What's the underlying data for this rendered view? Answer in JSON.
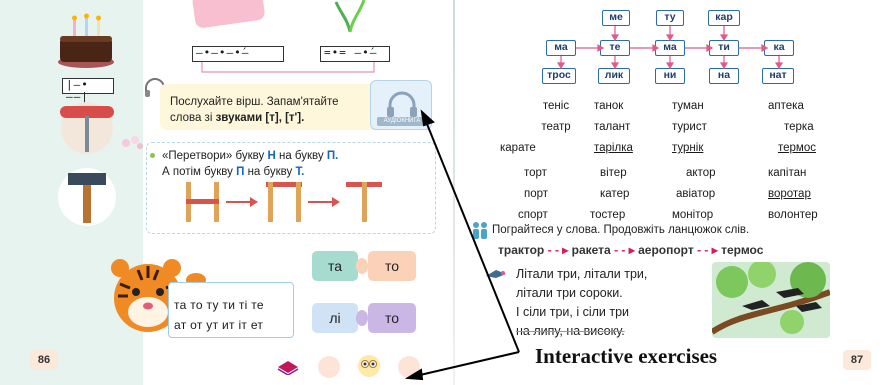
{
  "left_page": {
    "page_number": "86",
    "sidebar_schemes": [
      "|—•——|"
    ],
    "top_schemes": [
      "—•—•—•́—",
      "=•= —•́—"
    ],
    "listen_text": [
      "Послухайте вірш. Запам'ятайте",
      "слова зі",
      "звуками [т], [т']."
    ],
    "audio_label": "АУДІОКНИГА",
    "transform_text": [
      "«Перетвори» букву",
      "Н",
      "на букву",
      "П.",
      "А потім букву",
      "П",
      "на букву",
      "Т."
    ],
    "syllable_pills": [
      {
        "text": "та",
        "color": "#a6dbd0"
      },
      {
        "text": "то",
        "color": "#fbd2b8"
      },
      {
        "text": "лі",
        "color": "#cfe2f6"
      },
      {
        "text": "то",
        "color": "#cbb7e6"
      }
    ],
    "syllable_rows": [
      "та то ту ти ті те",
      "ат от ут ит іт ет"
    ]
  },
  "right_page": {
    "page_number": "87",
    "chain_top": [
      "ме",
      "ту",
      "кар"
    ],
    "chain_mid": [
      "ма",
      "те",
      "ма",
      "ти",
      "ка"
    ],
    "chain_bot": [
      "трос",
      "лик",
      "ни",
      "на",
      "нат"
    ],
    "word_columns": [
      [
        "теніс",
        "театр",
        "карате"
      ],
      [
        "танок",
        "талант",
        "тарілка"
      ],
      [
        "туман",
        "турист",
        "турнік"
      ],
      [
        "аптека",
        "терка",
        "термос"
      ]
    ],
    "word_columns_2": [
      [
        "торт",
        "порт",
        "спорт"
      ],
      [
        "вітер",
        "катер",
        "тостер"
      ],
      [
        "актор",
        "авіатор",
        "монітор"
      ],
      [
        "капітан",
        "воротар",
        "волонтер"
      ]
    ],
    "play_text": "Пограйтеся у слова. Продовжіть ланцюжок слів.",
    "word_chain": [
      "трактор",
      "ракета",
      "аеропорт",
      "термос"
    ],
    "poem": [
      "Літали три, літали три,",
      "літали три сороки.",
      "І сіли три, і сіли три",
      "на липу, на високу."
    ]
  },
  "annotation": {
    "label": "Interactive exercises"
  },
  "colors": {
    "accent_pink": "#d81b60",
    "accent_blue": "#1565c0",
    "strip_green": "#e6f3ee"
  }
}
